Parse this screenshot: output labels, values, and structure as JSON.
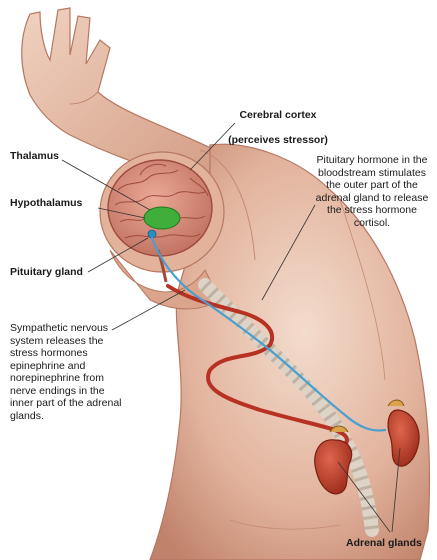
{
  "labels": {
    "cortex_title": "Cerebral cortex",
    "cortex_sub": "(perceives stressor)",
    "thalamus": "Thalamus",
    "hypothalamus": "Hypothalamus",
    "pituitary": "Pituitary gland",
    "pituitary_hormone": "Pituitary hormone in the\nbloodstream stimulates\nthe outer part of the\nadrenal gland to release\nthe stress hormone\ncortisol.",
    "sympathetic": "Sympathetic nervous\nsystem releases the\nstress hormones\nepinephrine and\nnorepinephrine from\nnerve endings in the\ninner part of  the adrenal\nglands.",
    "adrenal": "Adrenal glands"
  },
  "colors": {
    "skin_light": "#f1d5c4",
    "skin_mid": "#dba48c",
    "skin_dark": "#b46f58",
    "brain": "#d98e7e",
    "brain_fold": "#9e4a3e",
    "hypothalamus": "#3fae3a",
    "kidney": "#c2412c",
    "blood_vessel": "#b83224",
    "nerve": "#4a9fd0",
    "spine": "#e9e4dc",
    "leader": "#333333"
  }
}
